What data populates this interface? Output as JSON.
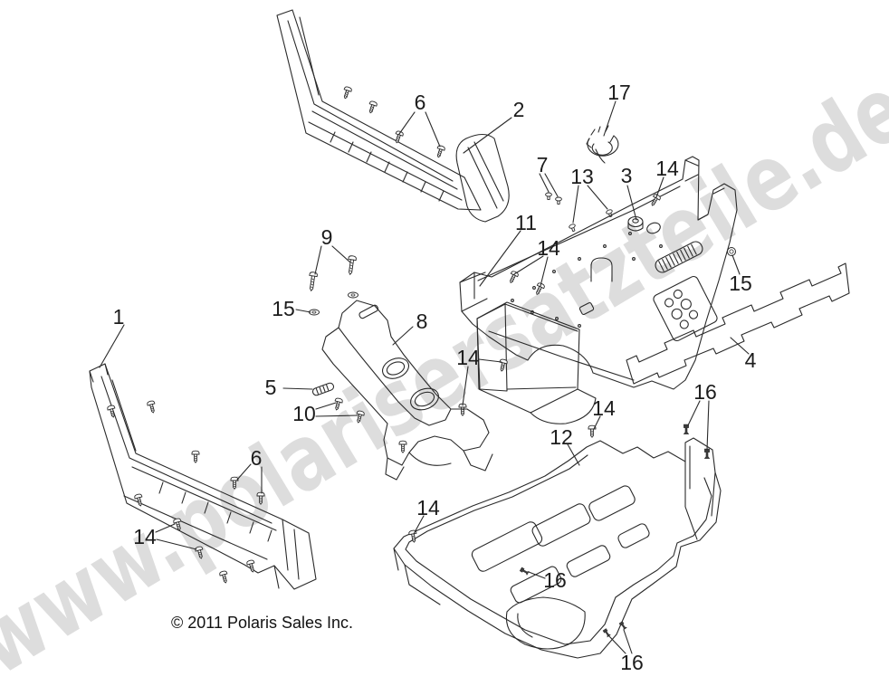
{
  "watermark": {
    "text": "www.polarisersatzteile.de",
    "color": "#d8d8d8"
  },
  "copyright": {
    "text": "© 2011 Polaris Sales Inc."
  },
  "diagram": {
    "line_color": "#2a2a2a",
    "shade_color": "#4d4d4d",
    "background": "#ffffff"
  },
  "callouts": [
    {
      "label": "1"
    },
    {
      "label": "2"
    },
    {
      "label": "3"
    },
    {
      "label": "4"
    },
    {
      "label": "5"
    },
    {
      "label": "6"
    },
    {
      "label": "6"
    },
    {
      "label": "7"
    },
    {
      "label": "8"
    },
    {
      "label": "9"
    },
    {
      "label": "10"
    },
    {
      "label": "11"
    },
    {
      "label": "12"
    },
    {
      "label": "13"
    },
    {
      "label": "14"
    },
    {
      "label": "14"
    },
    {
      "label": "14"
    },
    {
      "label": "14"
    },
    {
      "label": "14"
    },
    {
      "label": "14"
    },
    {
      "label": "15"
    },
    {
      "label": "15"
    },
    {
      "label": "16"
    },
    {
      "label": "16"
    },
    {
      "label": "16"
    },
    {
      "label": "17"
    }
  ]
}
